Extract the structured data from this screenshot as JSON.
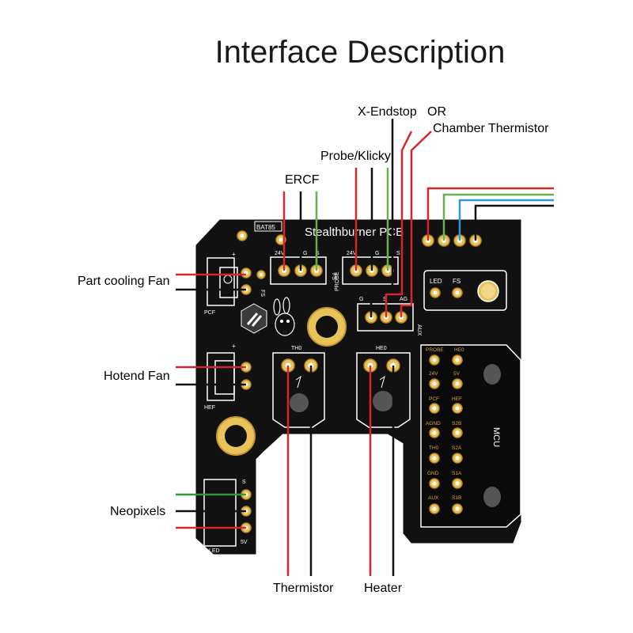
{
  "title": "Interface Description",
  "board": {
    "name": "Stealthburner PCB",
    "silkscreen": {
      "bat85": "BAT85",
      "pcf": "PCF",
      "hef": "HEF",
      "led": "LED",
      "fs_vert": "FS",
      "probe_vert": "PROBE",
      "aux_vert": "AUX",
      "th0": "TH0",
      "he0": "HE0",
      "mcu": "MCU",
      "ercf_pins": [
        "24V",
        "G",
        "S"
      ],
      "probe_pins": [
        "24V",
        "G",
        "S"
      ],
      "aux_pins": [
        "G",
        "S",
        "AG"
      ],
      "led_fs": [
        "LED",
        "FS"
      ],
      "neo_pins": [
        "S",
        "5V"
      ],
      "plus": "+",
      "mcu_left": [
        "PROBE",
        "24V",
        "PCF",
        "AGND",
        "TH0",
        "GND",
        "AUX"
      ],
      "mcu_right": [
        "HE0",
        "5V",
        "HEF",
        "S2B",
        "S2A",
        "S1A",
        "S1B"
      ]
    }
  },
  "callouts": {
    "part_cooling_fan": "Part cooling Fan",
    "hotend_fan": "Hotend Fan",
    "neopixels": "Neopixels",
    "ercf": "ERCF",
    "probe_klicky": "Probe/Klicky",
    "x_endstop": "X-Endstop",
    "or": "OR",
    "chamber_thermistor": "Chamber Thermistor",
    "thermistor": "Thermistor",
    "heater": "Heater"
  },
  "colors": {
    "board": "#111111",
    "pad_gold": "#e8c35a",
    "wire_red": "#d7262b",
    "wire_black": "#111111",
    "wire_green": "#6ab04c",
    "wire_blue": "#2e9bd6",
    "neo_green": "#2a9a3a"
  },
  "icons": [
    "logo-hex-icon",
    "bunny-mascot-icon",
    "mounting-hole-icon"
  ]
}
